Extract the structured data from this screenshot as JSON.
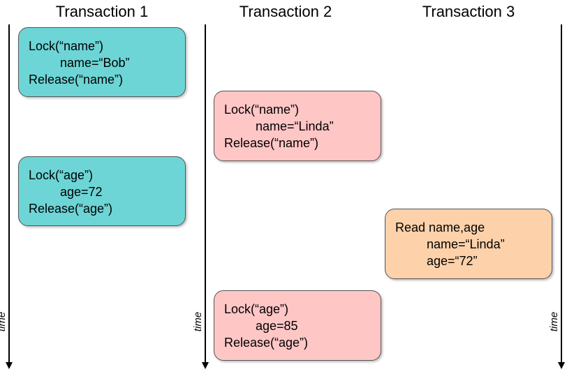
{
  "columns": [
    {
      "title": "Transaction 1",
      "axis_label": "time"
    },
    {
      "title": "Transaction 2",
      "axis_label": "time"
    },
    {
      "title": "Transaction 3",
      "axis_label": "time"
    }
  ],
  "colors": {
    "transaction1": "#6dd5d5",
    "transaction2": "#ffc6c6",
    "transaction3": "#fdd1aa"
  },
  "boxes": [
    {
      "lines": [
        "Lock(“name”)",
        "name=“Bob”",
        "Release(“name”)"
      ]
    },
    {
      "lines": [
        "Lock(“name”)",
        "name=“Linda”",
        "Release(“name”)"
      ]
    },
    {
      "lines": [
        "Lock(“age”)",
        "age=72",
        "Release(“age”)"
      ]
    },
    {
      "lines": [
        "Read name,age",
        "name=“Linda”",
        "age=“72”"
      ]
    },
    {
      "lines": [
        "Lock(“age”)",
        "age=85",
        "Release(“age”)"
      ]
    }
  ]
}
